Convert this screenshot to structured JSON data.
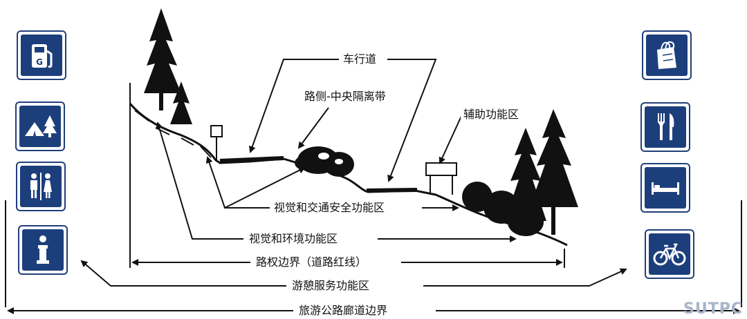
{
  "labels": {
    "carriageway": "车行道",
    "median": "路侧-中央隔离带",
    "aux": "辅助功能区",
    "visual_safety": "视觉和交通安全功能区",
    "visual_env": "视觉和环境功能区",
    "row": "路权边界（道路红线）",
    "rest": "游憩服务功能区",
    "corridor": "旅游公路廊道边界"
  },
  "brand": "SUTPC",
  "colors": {
    "sign_blue": "#1c3f7c",
    "brand": "#a9b4c9"
  },
  "icons": {
    "left": [
      "gas-station-icon",
      "camping-icon",
      "restroom-icon",
      "information-icon"
    ],
    "right": [
      "shopping-icon",
      "restaurant-icon",
      "lodging-icon",
      "bicycle-icon"
    ]
  }
}
